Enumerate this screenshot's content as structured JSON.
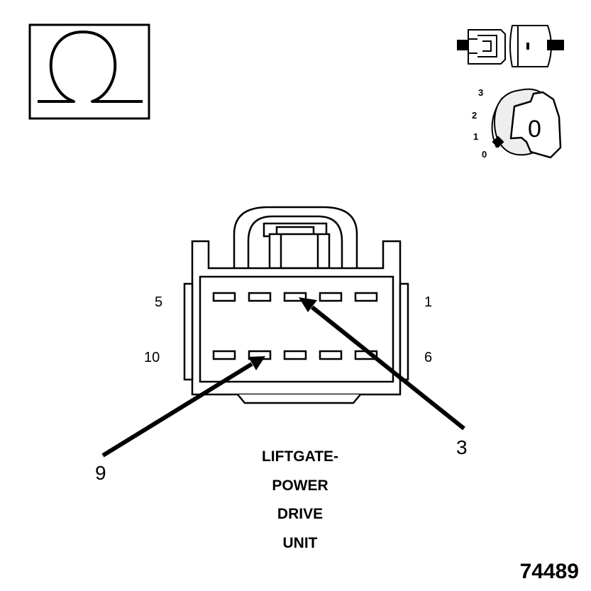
{
  "symbol": {
    "glyph": "Ω",
    "icon": "ohm-resistance-icon"
  },
  "connector_icon": {
    "icon": "disconnected-connector-icon"
  },
  "ignition": {
    "icon": "ignition-key-switch-icon",
    "positions": [
      "3",
      "2",
      "1",
      "0"
    ],
    "key_label": "0"
  },
  "connector": {
    "top_row": {
      "left_pin": "5",
      "right_pin": "1"
    },
    "bottom_row": {
      "left_pin": "10",
      "right_pin": "6"
    }
  },
  "callouts": [
    {
      "label": "3",
      "pin": 3
    },
    {
      "label": "9",
      "pin": 9
    }
  ],
  "caption": [
    "LIFTGATE-",
    "POWER",
    "DRIVE",
    "UNIT"
  ],
  "figure_number": "74489",
  "colors": {
    "ink": "#000000",
    "paper": "#ffffff",
    "key_fill": "#eeeeee"
  }
}
